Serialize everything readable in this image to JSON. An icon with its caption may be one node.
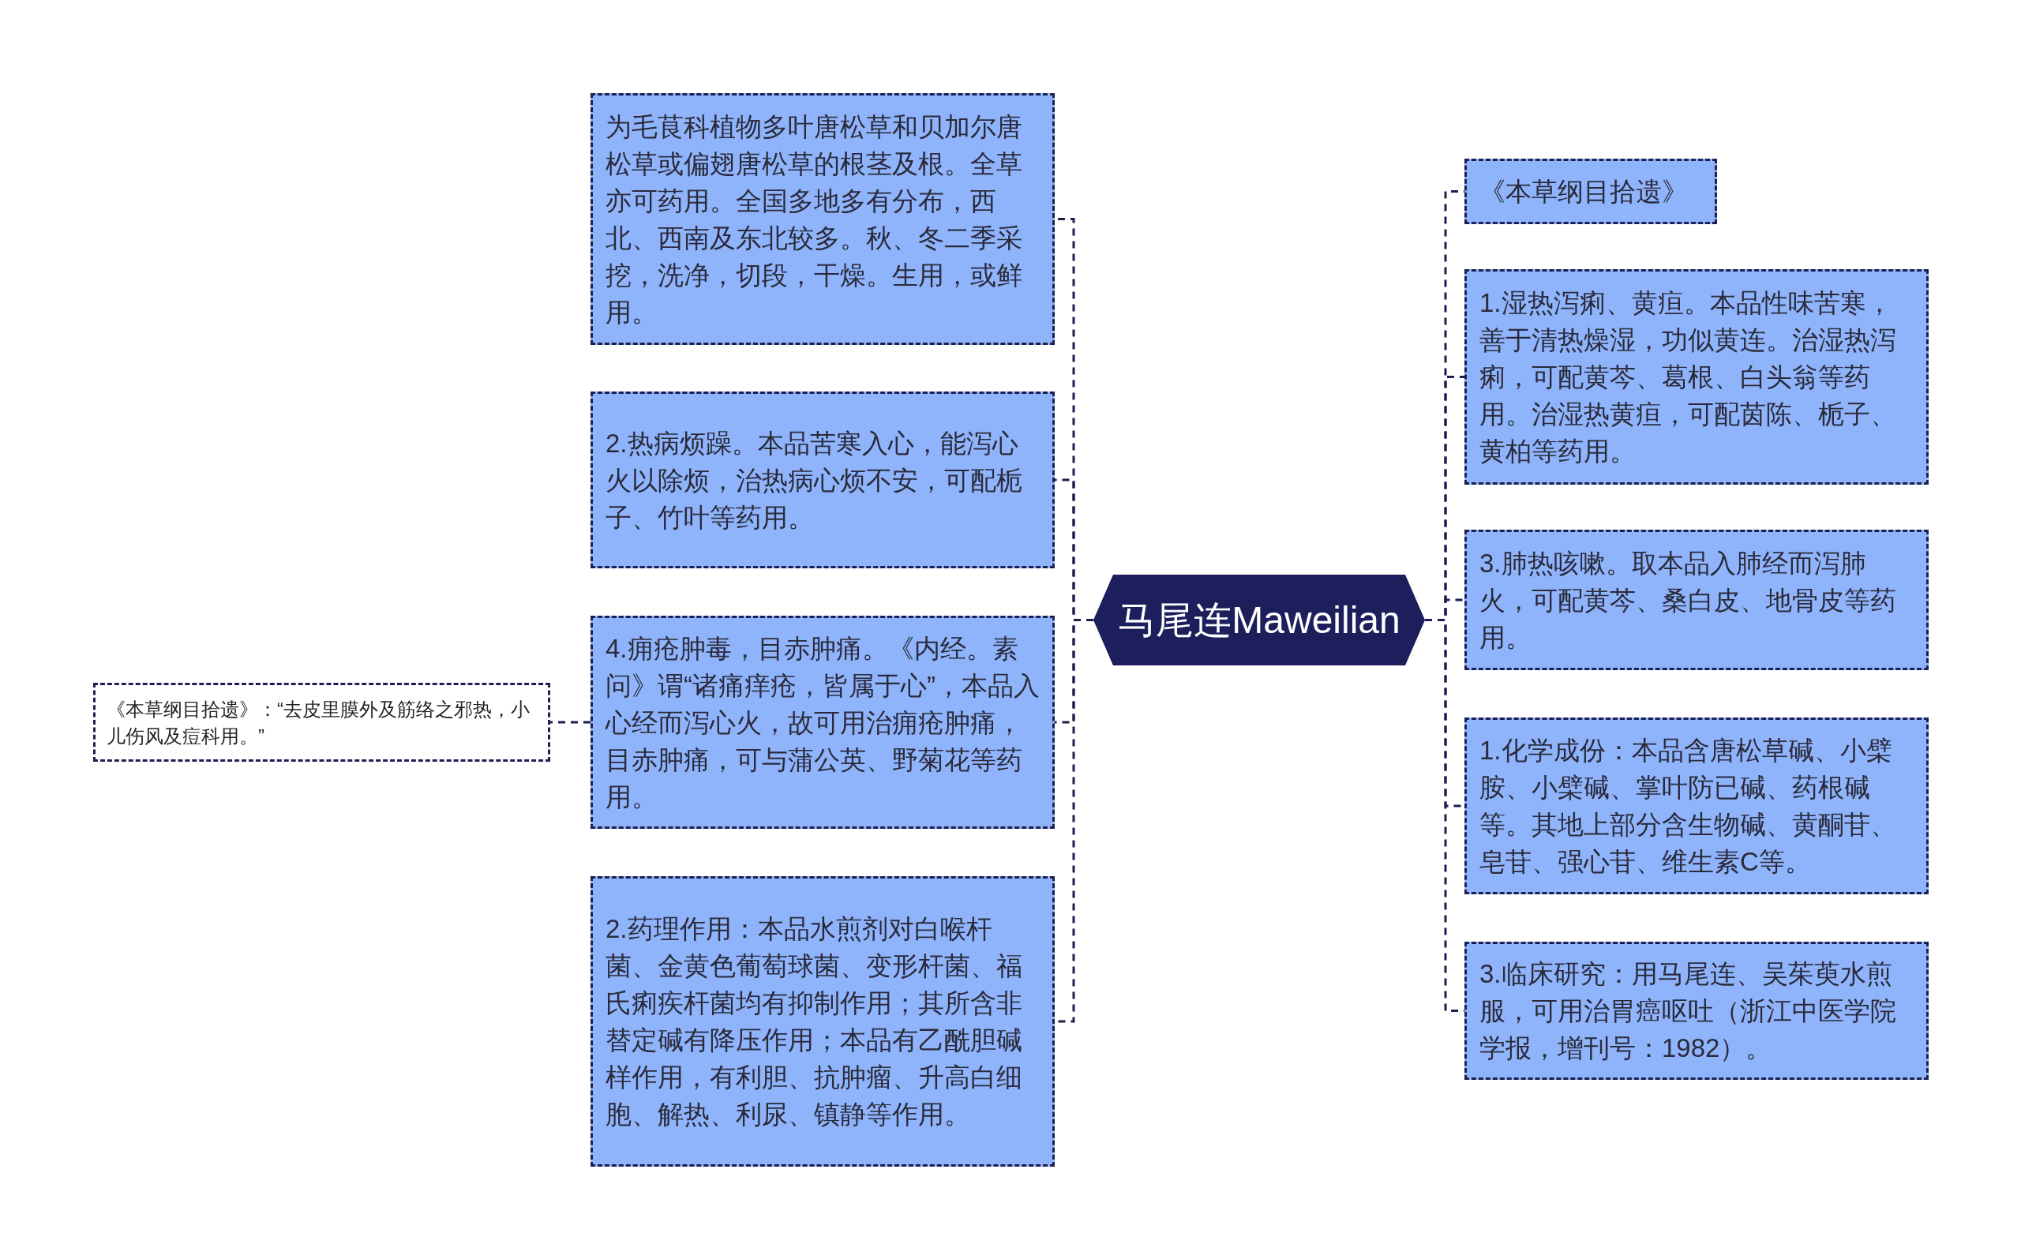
{
  "diagram": {
    "nodes": [
      {
        "text": [
          "马尾连Maweilian"
        ]
      },
      {
        "text": [
          "为毛茛科植物多叶唐松草和贝加尔唐松草或偏翅唐松草的根茎及根。全草亦可药用。全国多地多有分布，西北、西南及东北较多。秋、冬二季采挖，洗净，切段，干燥。生用，或鲜用。"
        ]
      },
      {
        "text": [
          "2.热病烦躁。本品苦寒入心，能泻心火以除烦，治热病心烦不安，可配栀子、竹叶等药用。"
        ]
      },
      {
        "text": [
          "4.痈疮肿毒，目赤肿痛。《内经。素问》谓“诸痛痒疮，皆属于心”，本品入心经而泻心火，故可用治痈疮肿痛，目赤肿痛，可与蒲公英、野菊花等药用。"
        ]
      },
      {
        "text": [
          "2.药理作用：本品水煎剂对白喉杆菌、金黄色葡萄球菌、变形杆菌、福氏痢疾杆菌均有抑制作用；其所含非替定碱有降压作用；本品有乙酰胆碱样作用，有利胆、抗肿瘤、升高白细胞、解热、利尿、镇静等作用。"
        ]
      },
      {
        "text": [
          "《本草纲目拾遗》：“去皮里膜外及筋络之邪热，小儿伤风及痘科用。”"
        ]
      },
      {
        "text": [
          "《本草纲目拾遗》"
        ]
      },
      {
        "text": [
          "1.湿热泻痢、黄疸。本品性味苦寒，善于清热燥湿，功似黄连。治湿热泻痢，可配黄芩、葛根、白头翁等药用。治湿热黄疸，可配茵陈、栀子、黄柏等药用。"
        ]
      },
      {
        "text": [
          "3.肺热咳嗽。取本品入肺经而泻肺火，可配黄芩、桑白皮、地骨皮等药用。"
        ]
      },
      {
        "text": [
          "1.化学成份：本品含唐松草碱、小檗胺、小檗碱、掌叶防已碱、药根碱等。其地上部分含生物碱、黄酮苷、皂苷、强心苷、维生素C等。"
        ]
      },
      {
        "text": [
          "3.临床研究：用马尾连、吴茱萸水煎服，可用治胃癌呕吐（浙江中医学院学报，增刊号：1982）。"
        ]
      }
    ],
    "edges": [
      {
        "from": 0,
        "to": 1,
        "arrow": "none"
      },
      {
        "from": 0,
        "to": 2,
        "arrow": "none"
      },
      {
        "from": 0,
        "to": 3,
        "arrow": "none"
      },
      {
        "from": 0,
        "to": 4,
        "arrow": "none"
      },
      {
        "from": 3,
        "to": 5,
        "arrow": "none"
      },
      {
        "from": 0,
        "to": 6,
        "arrow": "none"
      },
      {
        "from": 0,
        "to": 7,
        "arrow": "none"
      },
      {
        "from": 0,
        "to": 8,
        "arrow": "none"
      },
      {
        "from": 0,
        "to": 9,
        "arrow": "none"
      },
      {
        "from": 0,
        "to": 10,
        "arrow": "none"
      }
    ]
  }
}
